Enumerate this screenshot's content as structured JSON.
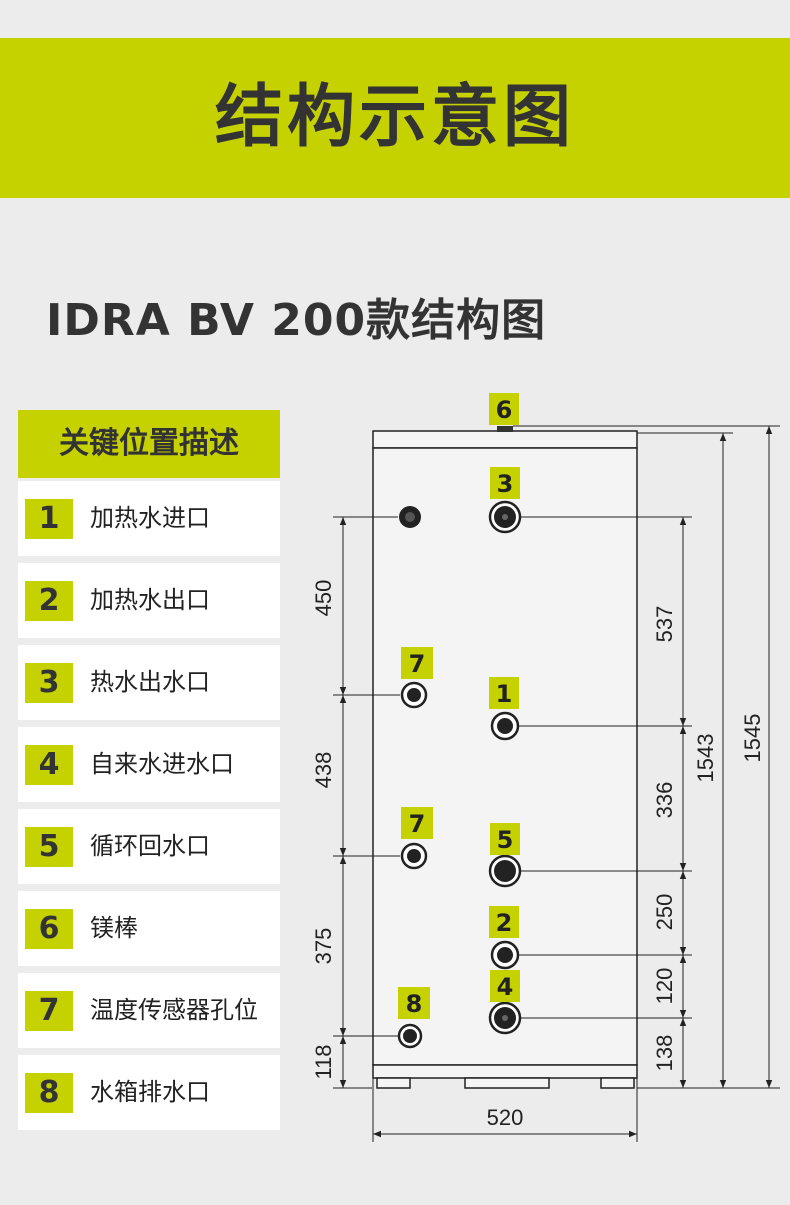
{
  "banner": {
    "title": "结构示意图"
  },
  "subtitle": "IDRA BV 200款结构图",
  "legend": {
    "header": "关键位置描述",
    "items": [
      {
        "num": "1",
        "label": "加热水进口"
      },
      {
        "num": "2",
        "label": "加热水出口"
      },
      {
        "num": "3",
        "label": "热水出水口"
      },
      {
        "num": "4",
        "label": "自来水进水口"
      },
      {
        "num": "5",
        "label": "循环回水口"
      },
      {
        "num": "6",
        "label": "镁棒"
      },
      {
        "num": "7",
        "label": "温度传感器孔位"
      },
      {
        "num": "8",
        "label": "水箱排水口"
      }
    ]
  },
  "diagram": {
    "tags": {
      "t6": "6",
      "t3": "3",
      "t7a": "7",
      "t1": "1",
      "t7b": "7",
      "t5": "5",
      "t2": "2",
      "t8": "8",
      "t4": "4"
    },
    "dims": {
      "d450": "450",
      "d438": "438",
      "d375": "375",
      "d118": "118",
      "d537": "537",
      "d336": "336",
      "d250": "250",
      "d120": "120",
      "d138": "138",
      "d1543": "1543",
      "d1545": "1545",
      "d520": "520"
    }
  },
  "colors": {
    "accent": "#c6d200",
    "text": "#333333",
    "background": "#ececec"
  }
}
